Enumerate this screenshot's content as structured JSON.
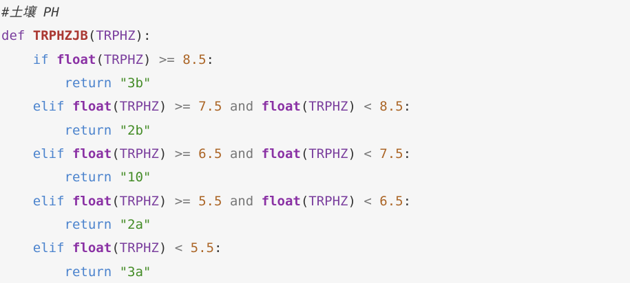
{
  "editor": {
    "background": "#f6f6f6",
    "language": "python",
    "palette": {
      "plain": "#333333",
      "comment": "#3d3d3d",
      "keyword": "#4b83cd",
      "storage": "#7a3e9d",
      "builtin": "#8a31a4",
      "variable": "#7a3e9d",
      "function_name": "#aa3731",
      "operator": "#777777",
      "number": "#ab6526",
      "string": "#448c27"
    },
    "code": {
      "lines": [
        [
          {
            "text": "#土壤 PH",
            "style": "comment"
          }
        ],
        [
          {
            "text": "def",
            "style": "storage"
          },
          {
            "text": " ",
            "style": "plain"
          },
          {
            "text": "TRPHZJB",
            "style": "function_name"
          },
          {
            "text": "(",
            "style": "plain"
          },
          {
            "text": "TRPHZ",
            "style": "variable"
          },
          {
            "text": "):",
            "style": "plain"
          }
        ],
        [
          {
            "text": "    ",
            "style": "plain"
          },
          {
            "text": "if",
            "style": "keyword"
          },
          {
            "text": " ",
            "style": "plain"
          },
          {
            "text": "float",
            "style": "builtin"
          },
          {
            "text": "(",
            "style": "plain"
          },
          {
            "text": "TRPHZ",
            "style": "variable"
          },
          {
            "text": ") ",
            "style": "plain"
          },
          {
            "text": ">=",
            "style": "operator"
          },
          {
            "text": " ",
            "style": "plain"
          },
          {
            "text": "8.5",
            "style": "number"
          },
          {
            "text": ":",
            "style": "plain"
          }
        ],
        [
          {
            "text": "        ",
            "style": "plain"
          },
          {
            "text": "return",
            "style": "keyword"
          },
          {
            "text": " ",
            "style": "plain"
          },
          {
            "text": "\"3b\"",
            "style": "string"
          }
        ],
        [
          {
            "text": "    ",
            "style": "plain"
          },
          {
            "text": "elif",
            "style": "keyword"
          },
          {
            "text": " ",
            "style": "plain"
          },
          {
            "text": "float",
            "style": "builtin"
          },
          {
            "text": "(",
            "style": "plain"
          },
          {
            "text": "TRPHZ",
            "style": "variable"
          },
          {
            "text": ") ",
            "style": "plain"
          },
          {
            "text": ">=",
            "style": "operator"
          },
          {
            "text": " ",
            "style": "plain"
          },
          {
            "text": "7.5",
            "style": "number"
          },
          {
            "text": " ",
            "style": "plain"
          },
          {
            "text": "and",
            "style": "operator"
          },
          {
            "text": " ",
            "style": "plain"
          },
          {
            "text": "float",
            "style": "builtin"
          },
          {
            "text": "(",
            "style": "plain"
          },
          {
            "text": "TRPHZ",
            "style": "variable"
          },
          {
            "text": ") ",
            "style": "plain"
          },
          {
            "text": "<",
            "style": "operator"
          },
          {
            "text": " ",
            "style": "plain"
          },
          {
            "text": "8.5",
            "style": "number"
          },
          {
            "text": ":",
            "style": "plain"
          }
        ],
        [
          {
            "text": "        ",
            "style": "plain"
          },
          {
            "text": "return",
            "style": "keyword"
          },
          {
            "text": " ",
            "style": "plain"
          },
          {
            "text": "\"2b\"",
            "style": "string"
          }
        ],
        [
          {
            "text": "    ",
            "style": "plain"
          },
          {
            "text": "elif",
            "style": "keyword"
          },
          {
            "text": " ",
            "style": "plain"
          },
          {
            "text": "float",
            "style": "builtin"
          },
          {
            "text": "(",
            "style": "plain"
          },
          {
            "text": "TRPHZ",
            "style": "variable"
          },
          {
            "text": ") ",
            "style": "plain"
          },
          {
            "text": ">=",
            "style": "operator"
          },
          {
            "text": " ",
            "style": "plain"
          },
          {
            "text": "6.5",
            "style": "number"
          },
          {
            "text": " ",
            "style": "plain"
          },
          {
            "text": "and",
            "style": "operator"
          },
          {
            "text": " ",
            "style": "plain"
          },
          {
            "text": "float",
            "style": "builtin"
          },
          {
            "text": "(",
            "style": "plain"
          },
          {
            "text": "TRPHZ",
            "style": "variable"
          },
          {
            "text": ") ",
            "style": "plain"
          },
          {
            "text": "<",
            "style": "operator"
          },
          {
            "text": " ",
            "style": "plain"
          },
          {
            "text": "7.5",
            "style": "number"
          },
          {
            "text": ":",
            "style": "plain"
          }
        ],
        [
          {
            "text": "        ",
            "style": "plain"
          },
          {
            "text": "return",
            "style": "keyword"
          },
          {
            "text": " ",
            "style": "plain"
          },
          {
            "text": "\"10\"",
            "style": "string"
          }
        ],
        [
          {
            "text": "    ",
            "style": "plain"
          },
          {
            "text": "elif",
            "style": "keyword"
          },
          {
            "text": " ",
            "style": "plain"
          },
          {
            "text": "float",
            "style": "builtin"
          },
          {
            "text": "(",
            "style": "plain"
          },
          {
            "text": "TRPHZ",
            "style": "variable"
          },
          {
            "text": ") ",
            "style": "plain"
          },
          {
            "text": ">=",
            "style": "operator"
          },
          {
            "text": " ",
            "style": "plain"
          },
          {
            "text": "5.5",
            "style": "number"
          },
          {
            "text": " ",
            "style": "plain"
          },
          {
            "text": "and",
            "style": "operator"
          },
          {
            "text": " ",
            "style": "plain"
          },
          {
            "text": "float",
            "style": "builtin"
          },
          {
            "text": "(",
            "style": "plain"
          },
          {
            "text": "TRPHZ",
            "style": "variable"
          },
          {
            "text": ") ",
            "style": "plain"
          },
          {
            "text": "<",
            "style": "operator"
          },
          {
            "text": " ",
            "style": "plain"
          },
          {
            "text": "6.5",
            "style": "number"
          },
          {
            "text": ":",
            "style": "plain"
          }
        ],
        [
          {
            "text": "        ",
            "style": "plain"
          },
          {
            "text": "return",
            "style": "keyword"
          },
          {
            "text": " ",
            "style": "plain"
          },
          {
            "text": "\"2a\"",
            "style": "string"
          }
        ],
        [
          {
            "text": "    ",
            "style": "plain"
          },
          {
            "text": "elif",
            "style": "keyword"
          },
          {
            "text": " ",
            "style": "plain"
          },
          {
            "text": "float",
            "style": "builtin"
          },
          {
            "text": "(",
            "style": "plain"
          },
          {
            "text": "TRPHZ",
            "style": "variable"
          },
          {
            "text": ") ",
            "style": "plain"
          },
          {
            "text": "<",
            "style": "operator"
          },
          {
            "text": " ",
            "style": "plain"
          },
          {
            "text": "5.5",
            "style": "number"
          },
          {
            "text": ":",
            "style": "plain"
          }
        ],
        [
          {
            "text": "        ",
            "style": "plain"
          },
          {
            "text": "return",
            "style": "keyword"
          },
          {
            "text": " ",
            "style": "plain"
          },
          {
            "text": "\"3a\"",
            "style": "string"
          }
        ]
      ]
    }
  }
}
